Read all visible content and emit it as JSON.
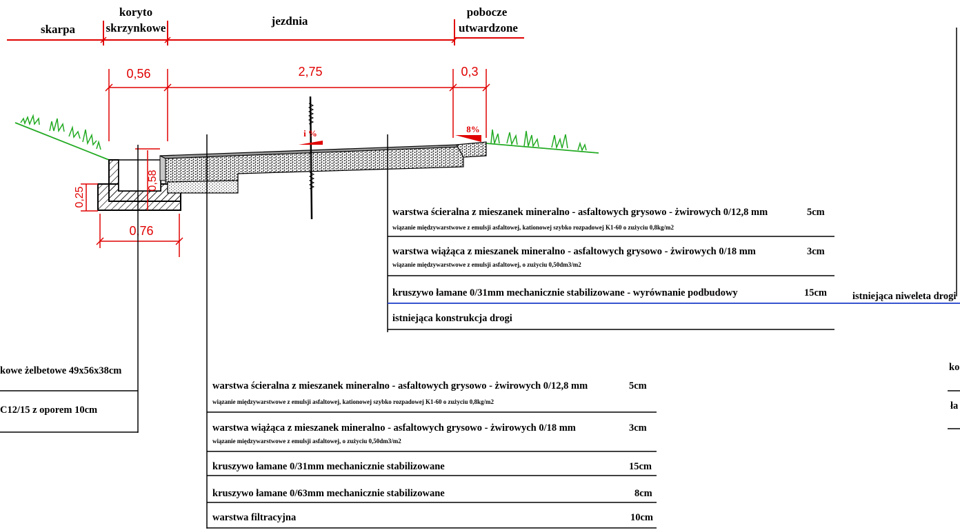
{
  "zones": {
    "skarpa": "skarpa",
    "koryto_l1": "koryto",
    "koryto_l2": "skrzynkowe",
    "jezdnia": "jezdnia",
    "pobocze_l1": "pobocze",
    "pobocze_l2": "utwardzone"
  },
  "dimensions": {
    "koryto_width": "0,56",
    "jezdnia_width": "2,75",
    "pobocze_width": "0,3",
    "koryto_height": "0,58",
    "base_height": "0,25",
    "base_width": "0,76"
  },
  "slopes": {
    "road": "i %",
    "shoulder": "8%"
  },
  "table_existing": {
    "rows": [
      {
        "text": "warstwa ścieralna z mieszanek mineralno - asfaltowych grysowo - żwirowych  0/12,8 mm",
        "thickness": "5cm",
        "sub": "wiązanie międzywarstwowe z emulsji asfaltowej, kationowej szybko rozpadowej K1-60 o zużyciu 0,8kg/m2"
      },
      {
        "text": "warstwa wiążąca z mieszanek mineralno - asfaltowych grysowo - żwirowych 0/18 mm",
        "thickness": "3cm",
        "sub": "wiązanie międzywarstwowe z emulsji asfaltowej, o zużyciu 0,50dm3/m2"
      },
      {
        "text": "kruszywo łamane 0/31mm mechanicznie stabilizowane -  wyrównanie podbudowy",
        "thickness": "15cm",
        "sub": ""
      },
      {
        "text": "istniejąca konstrukcja drogi",
        "thickness": "",
        "sub": ""
      }
    ],
    "niveleta": "istniejąca niweleta drogi"
  },
  "table_new": {
    "rows": [
      {
        "text": "warstwa ścieralna z mieszanek mineralno - asfaltowych grysowo - żwirowych  0/12,8 mm",
        "thickness": "5cm",
        "sub": "wiązanie międzywarstwowe z emulsji asfaltowej, kationowej szybko rozpadowej K1-60 o zużyciu 0,8kg/m2"
      },
      {
        "text": "warstwa wiążąca z mieszanek mineralno - asfaltowych grysowo - żwirowych 0/18 mm",
        "thickness": "3cm",
        "sub": "wiązanie międzywarstwowe z emulsji asfaltowej, o zużyciu 0,50dm3/m2"
      },
      {
        "text": "kruszywo łamane 0/31mm mechanicznie stabilizowane",
        "thickness": "15cm",
        "sub": ""
      },
      {
        "text": "kruszywo łamane 0/63mm mechanicznie stabilizowane",
        "thickness": "8cm",
        "sub": ""
      },
      {
        "text": "warstwa filtracyjna",
        "thickness": "10cm",
        "sub": ""
      }
    ]
  },
  "table_channel": {
    "rows": [
      {
        "text": "kowe żelbetowe  49x56x38cm"
      },
      {
        "text": "C12/15 z oporem     10cm"
      }
    ]
  },
  "right_fragments": {
    "a": "ko",
    "b": "ła"
  },
  "colors": {
    "dimension": "#e00000",
    "grass": "#22aa22",
    "niveleta": "#1a3cc8"
  }
}
